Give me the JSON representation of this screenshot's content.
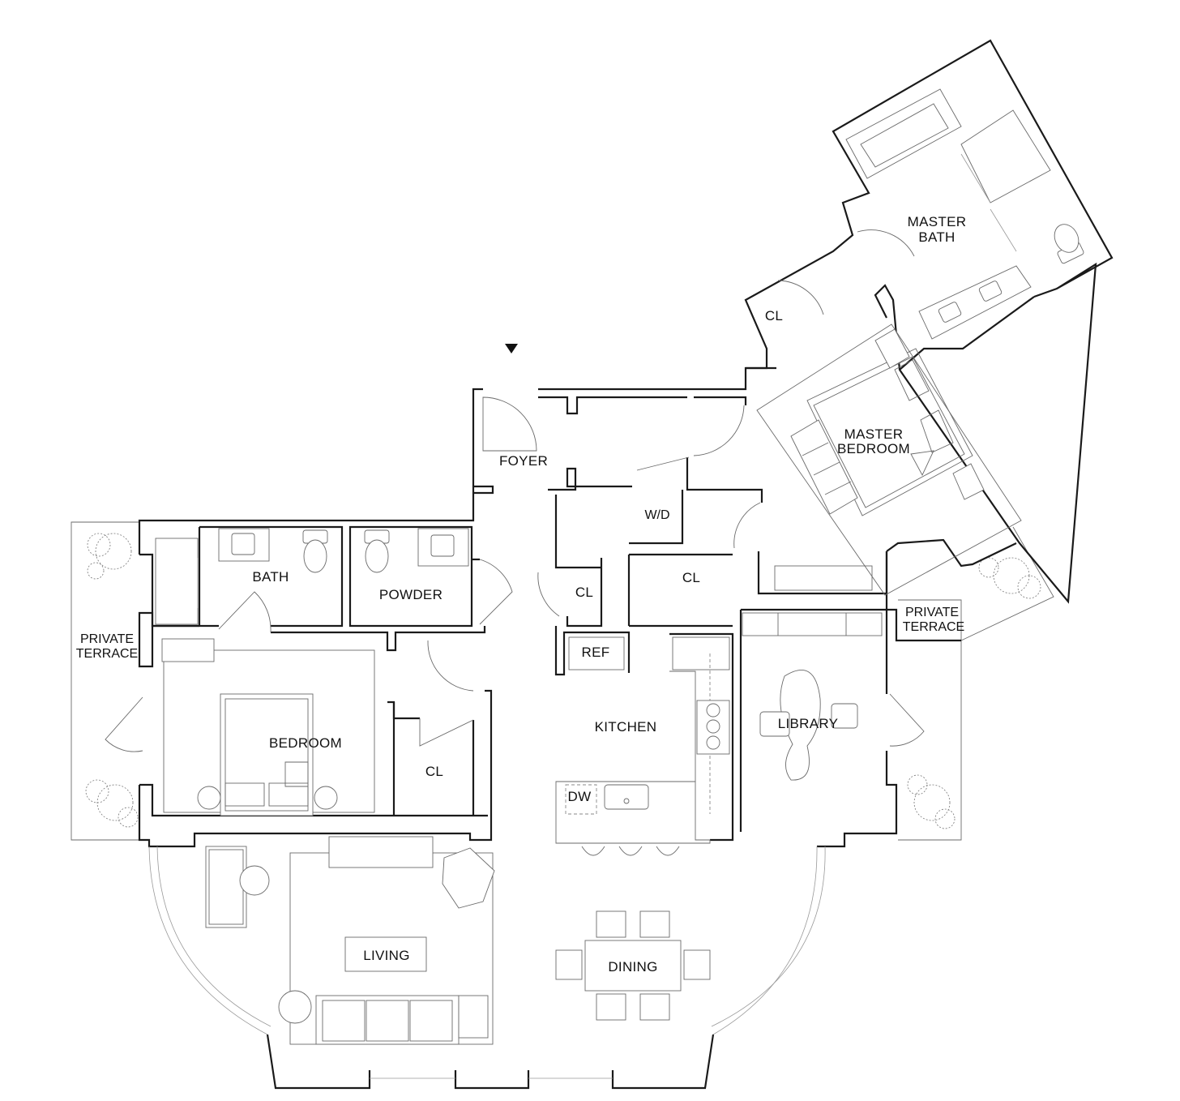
{
  "rooms": {
    "foyer": "FOYER",
    "bath": "BATH",
    "powder": "POWDER",
    "closet_foyer": "CL",
    "closet_hall": "CL",
    "closet_bedroom": "CL",
    "closet_master": "CL",
    "washer_dryer": "W/D",
    "ref": "REF",
    "kitchen": "KITCHEN",
    "dw": "DW",
    "bedroom": "BEDROOM",
    "living": "LIVING",
    "dining": "DINING",
    "library": "LIBRARY",
    "master_bedroom_line1": "MASTER",
    "master_bedroom_line2": "BEDROOM",
    "master_bath_line1": "MASTER",
    "master_bath_line2": "BATH",
    "terrace_left_line1": "PRIVATE",
    "terrace_left_line2": "TERRACE",
    "terrace_right_line1": "PRIVATE",
    "terrace_right_line2": "TERRACE"
  },
  "icons": {
    "entry": "entry-arrow-icon",
    "toilet": "toilet-icon",
    "sink": "sink-icon",
    "bathtub": "bathtub-icon",
    "range": "cooktop-icon",
    "plant": "plant-icon"
  },
  "colors": {
    "wall": "#1a1a1a",
    "fixture": "#6a6a6a",
    "background": "#ffffff"
  }
}
